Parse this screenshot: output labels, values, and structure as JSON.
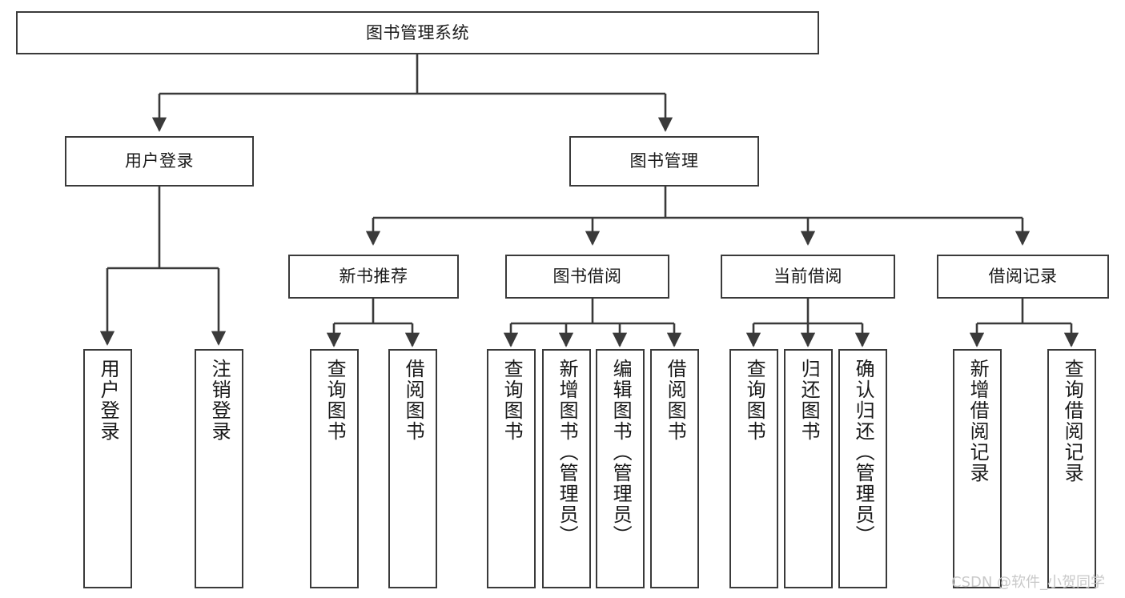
{
  "diagram": {
    "title": "图书管理系统",
    "type": "tree-hierarchy",
    "watermark": "CSDN @软件_小贺同学",
    "colors": {
      "box_border": "#3a3a3a",
      "box_fill": "#ffffff",
      "edge": "#3a3a3a",
      "text": "#1a1a1a",
      "watermark": "#c9c9c9"
    },
    "root": {
      "label": "图书管理系统"
    },
    "level2": [
      {
        "label": "用户登录"
      },
      {
        "label": "图书管理"
      }
    ],
    "level3": [
      {
        "label": "新书推荐"
      },
      {
        "label": "图书借阅"
      },
      {
        "label": "当前借阅"
      },
      {
        "label": "借阅记录"
      }
    ],
    "leaves": {
      "user_login": [
        {
          "label": "用户登录"
        },
        {
          "label": "注销登录"
        }
      ],
      "new_book": [
        {
          "label": "查询图书"
        },
        {
          "label": "借阅图书"
        }
      ],
      "book_borrow": [
        {
          "label": "查询图书"
        },
        {
          "label": "新增图书（管理员）"
        },
        {
          "label": "编辑图书（管理员）"
        },
        {
          "label": "借阅图书"
        }
      ],
      "current_borrow": [
        {
          "label": "查询图书"
        },
        {
          "label": "归还图书"
        },
        {
          "label": "确认归还（管理员）"
        }
      ],
      "borrow_record": [
        {
          "label": "新增借阅记录"
        },
        {
          "label": "查询借阅记录"
        }
      ]
    }
  }
}
